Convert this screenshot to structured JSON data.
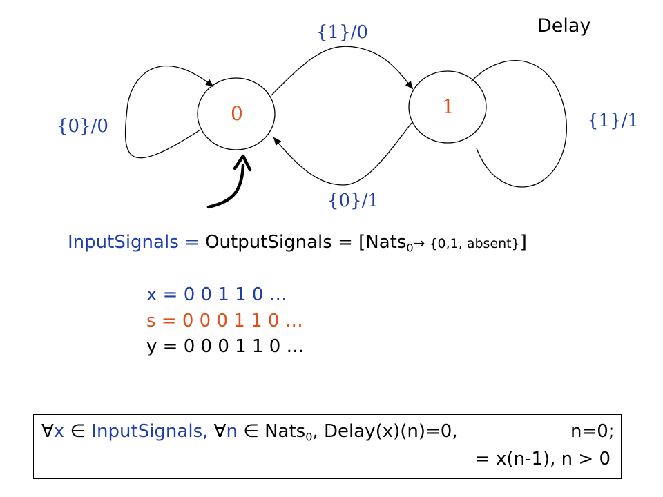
{
  "title": "Delay",
  "states": [
    {
      "label": "0",
      "color": "#e0501e"
    },
    {
      "label": "1",
      "color": "#e0501e"
    }
  ],
  "transitions": {
    "self_0": "{0}/0",
    "zero_to_one": "{1}/0",
    "self_1": "{1}/1",
    "one_to_zero": "{0}/1"
  },
  "signals": {
    "lhs_input": "InputSignals",
    "eq1": " = ",
    "lhs_output": "OutputSignals",
    "eq2": " = [",
    "nats": "Nats",
    "nats_sub": "0",
    "arrow": "→",
    "set": " {0,1, absent}",
    "close": "]"
  },
  "sequences": {
    "x": "x = 0 0 1 1 0 …",
    "s": "s = 0 0 0 1 1 0  …",
    "y": "y = 0 0 0 1 1 0 …"
  },
  "formula": {
    "forall1": "∀",
    "x": "x  ",
    "in1": "∈",
    "input_signals": " InputSignals, ",
    "forall2": "∀",
    "n": "n  ",
    "in2": "∈",
    "nats": " Nats",
    "nats_sub": "0",
    "rest": ", Delay(x)(n)=0,",
    "case1": "n=0;",
    "line2": "= x(n-1), n > 0"
  },
  "colors": {
    "blue": "#1f3fa6",
    "orange": "#e0501e",
    "black": "#000000"
  }
}
